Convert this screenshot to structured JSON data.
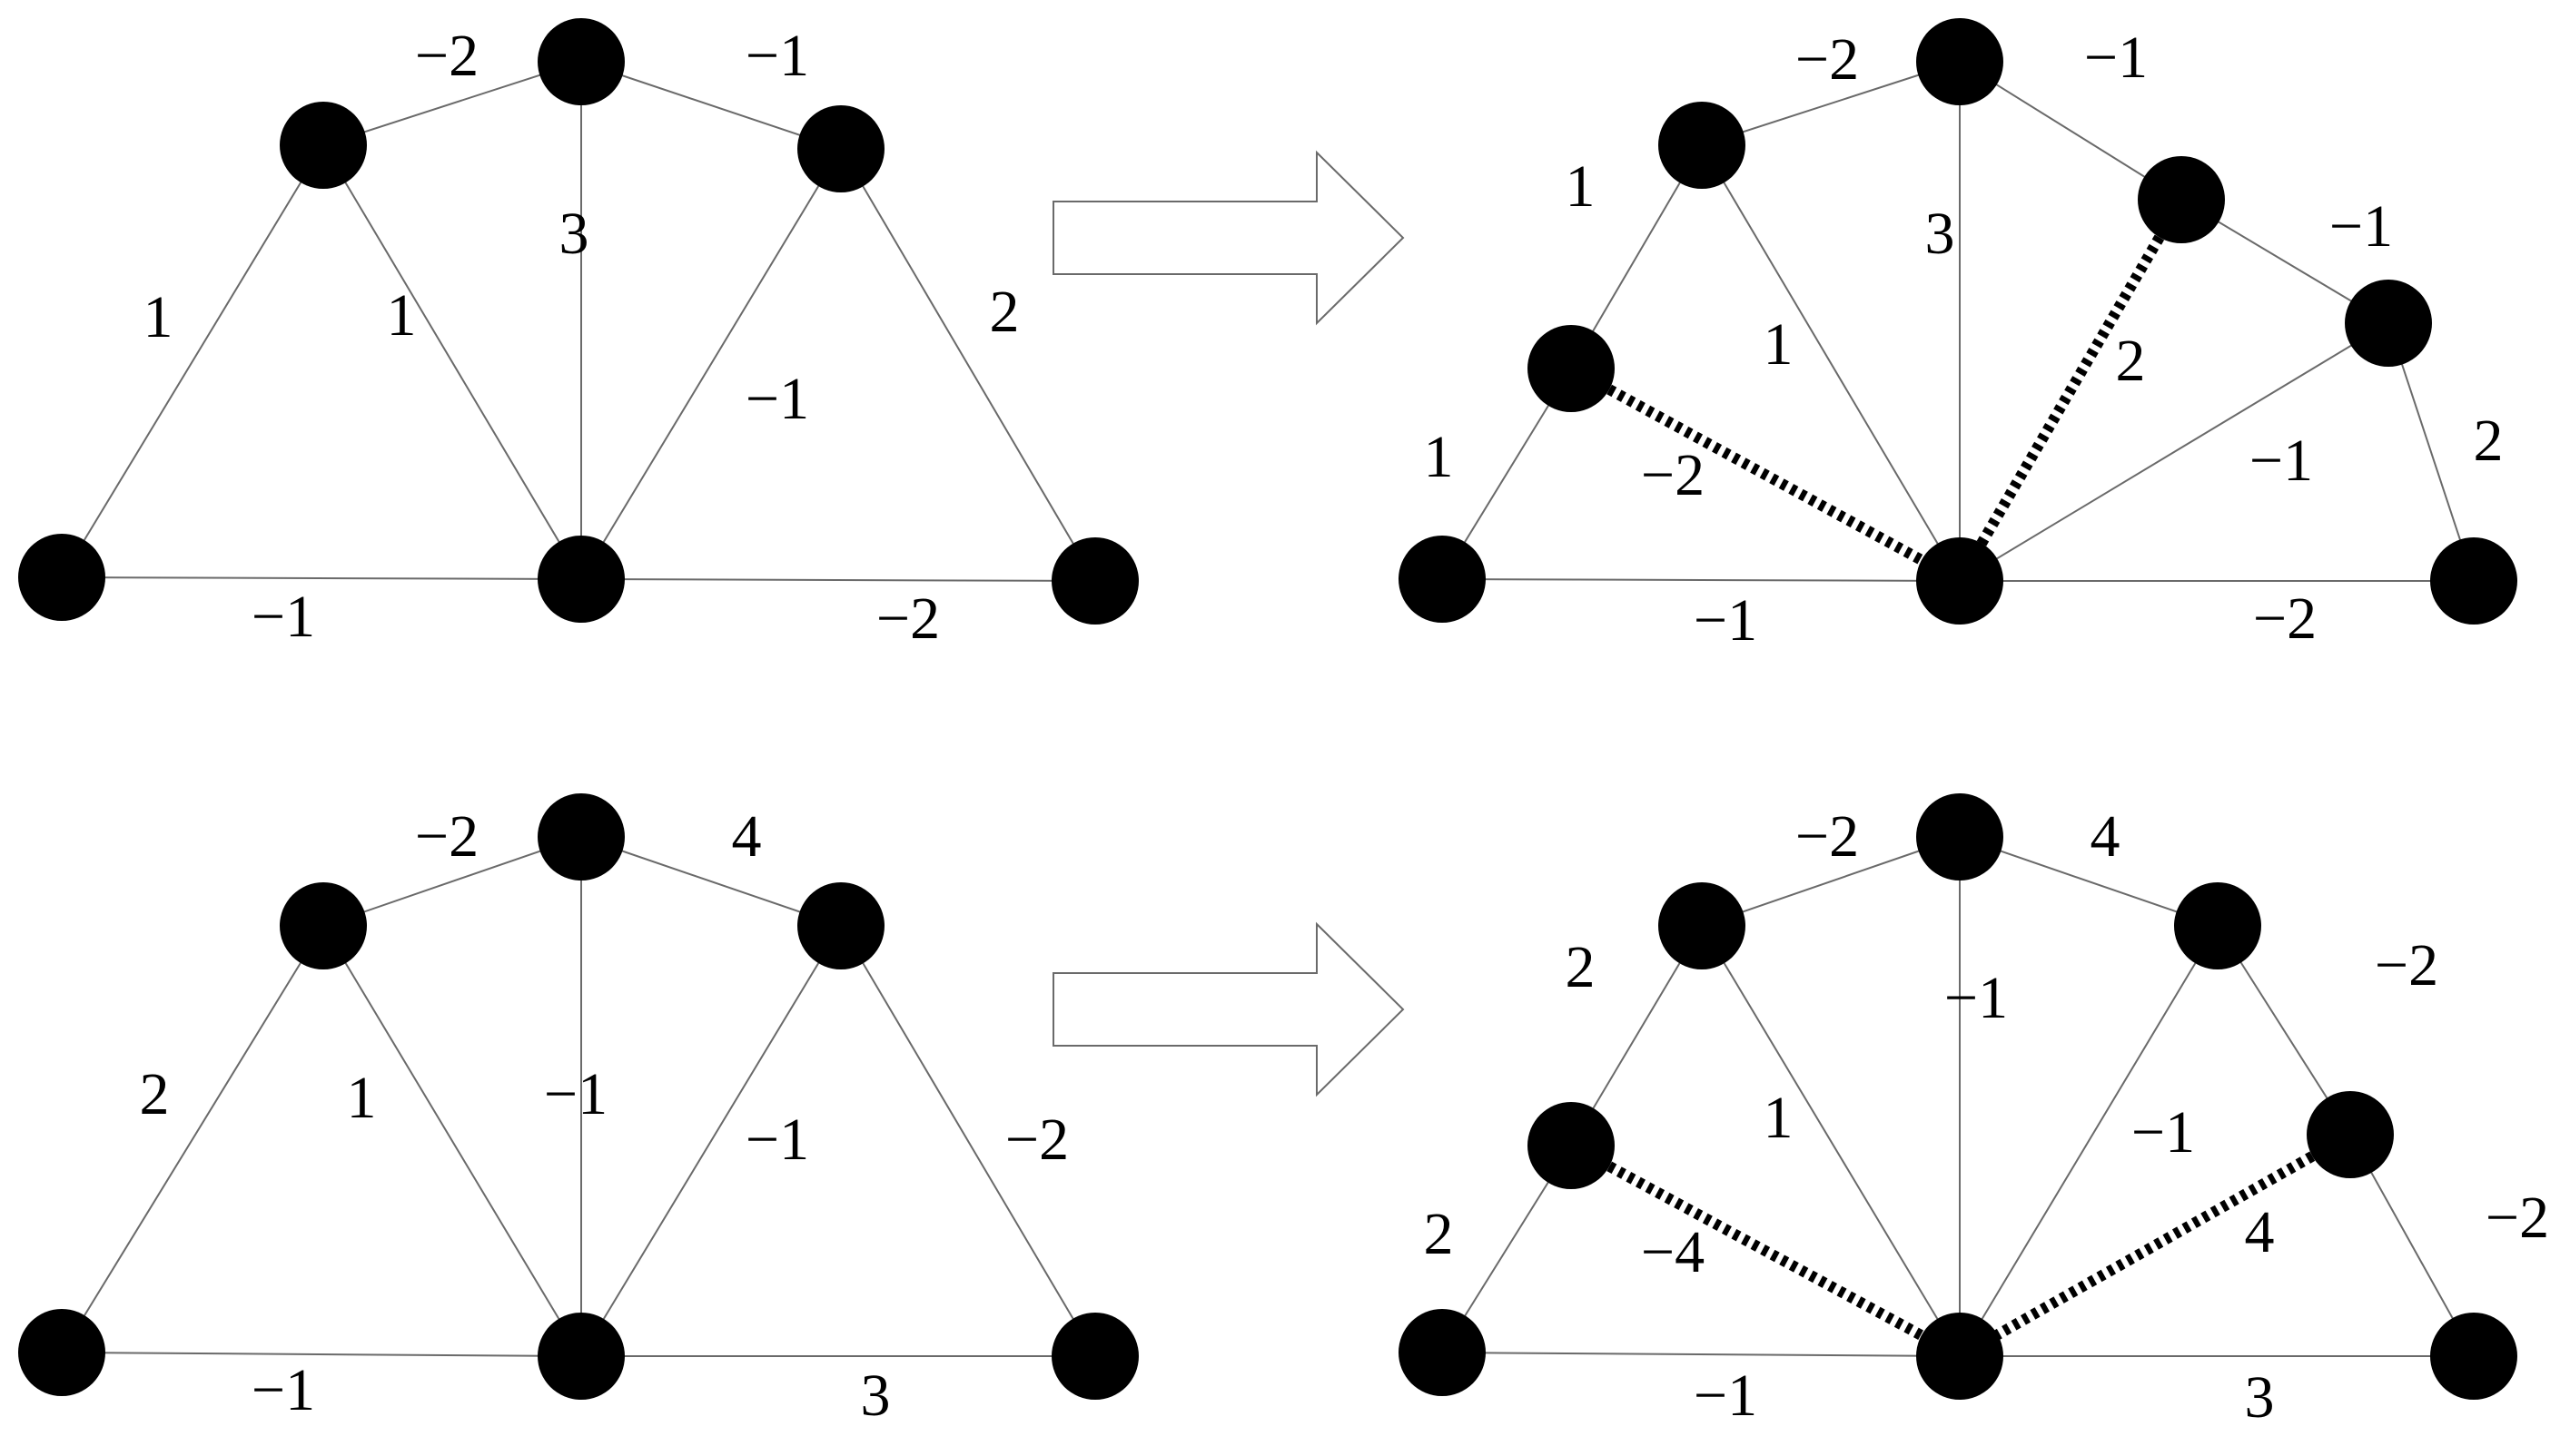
{
  "panels": [
    {
      "id": "top-left",
      "edges": [
        {
          "label": "1"
        },
        {
          "label": "−2"
        },
        {
          "label": "−1"
        },
        {
          "label": "2"
        },
        {
          "label": "−1"
        },
        {
          "label": "−2"
        },
        {
          "label": "1"
        },
        {
          "label": "3"
        },
        {
          "label": "−1"
        }
      ]
    },
    {
      "id": "top-right",
      "edges": [
        {
          "label": "1"
        },
        {
          "label": "1"
        },
        {
          "label": "−2"
        },
        {
          "label": "−1"
        },
        {
          "label": "−1"
        },
        {
          "label": "2"
        },
        {
          "label": "−1"
        },
        {
          "label": "−2"
        },
        {
          "label": "1"
        },
        {
          "label": "3"
        },
        {
          "label": "−1"
        },
        {
          "label": "−2"
        },
        {
          "label": "2"
        }
      ]
    },
    {
      "id": "bottom-left",
      "edges": [
        {
          "label": "2"
        },
        {
          "label": "−2"
        },
        {
          "label": "4"
        },
        {
          "label": "−2"
        },
        {
          "label": "−1"
        },
        {
          "label": "3"
        },
        {
          "label": "1"
        },
        {
          "label": "−1"
        },
        {
          "label": "−1"
        }
      ]
    },
    {
      "id": "bottom-right",
      "edges": [
        {
          "label": "2"
        },
        {
          "label": "2"
        },
        {
          "label": "−2"
        },
        {
          "label": "4"
        },
        {
          "label": "−2"
        },
        {
          "label": "−2"
        },
        {
          "label": "−1"
        },
        {
          "label": "3"
        },
        {
          "label": "1"
        },
        {
          "label": "−1"
        },
        {
          "label": "−1"
        },
        {
          "label": "−4"
        },
        {
          "label": "4"
        }
      ]
    }
  ],
  "colors": {
    "node": "#000000",
    "edge": "#6a6a6a",
    "dashed_edge": "#000000",
    "arrow_outline": "#6a6a6a"
  }
}
